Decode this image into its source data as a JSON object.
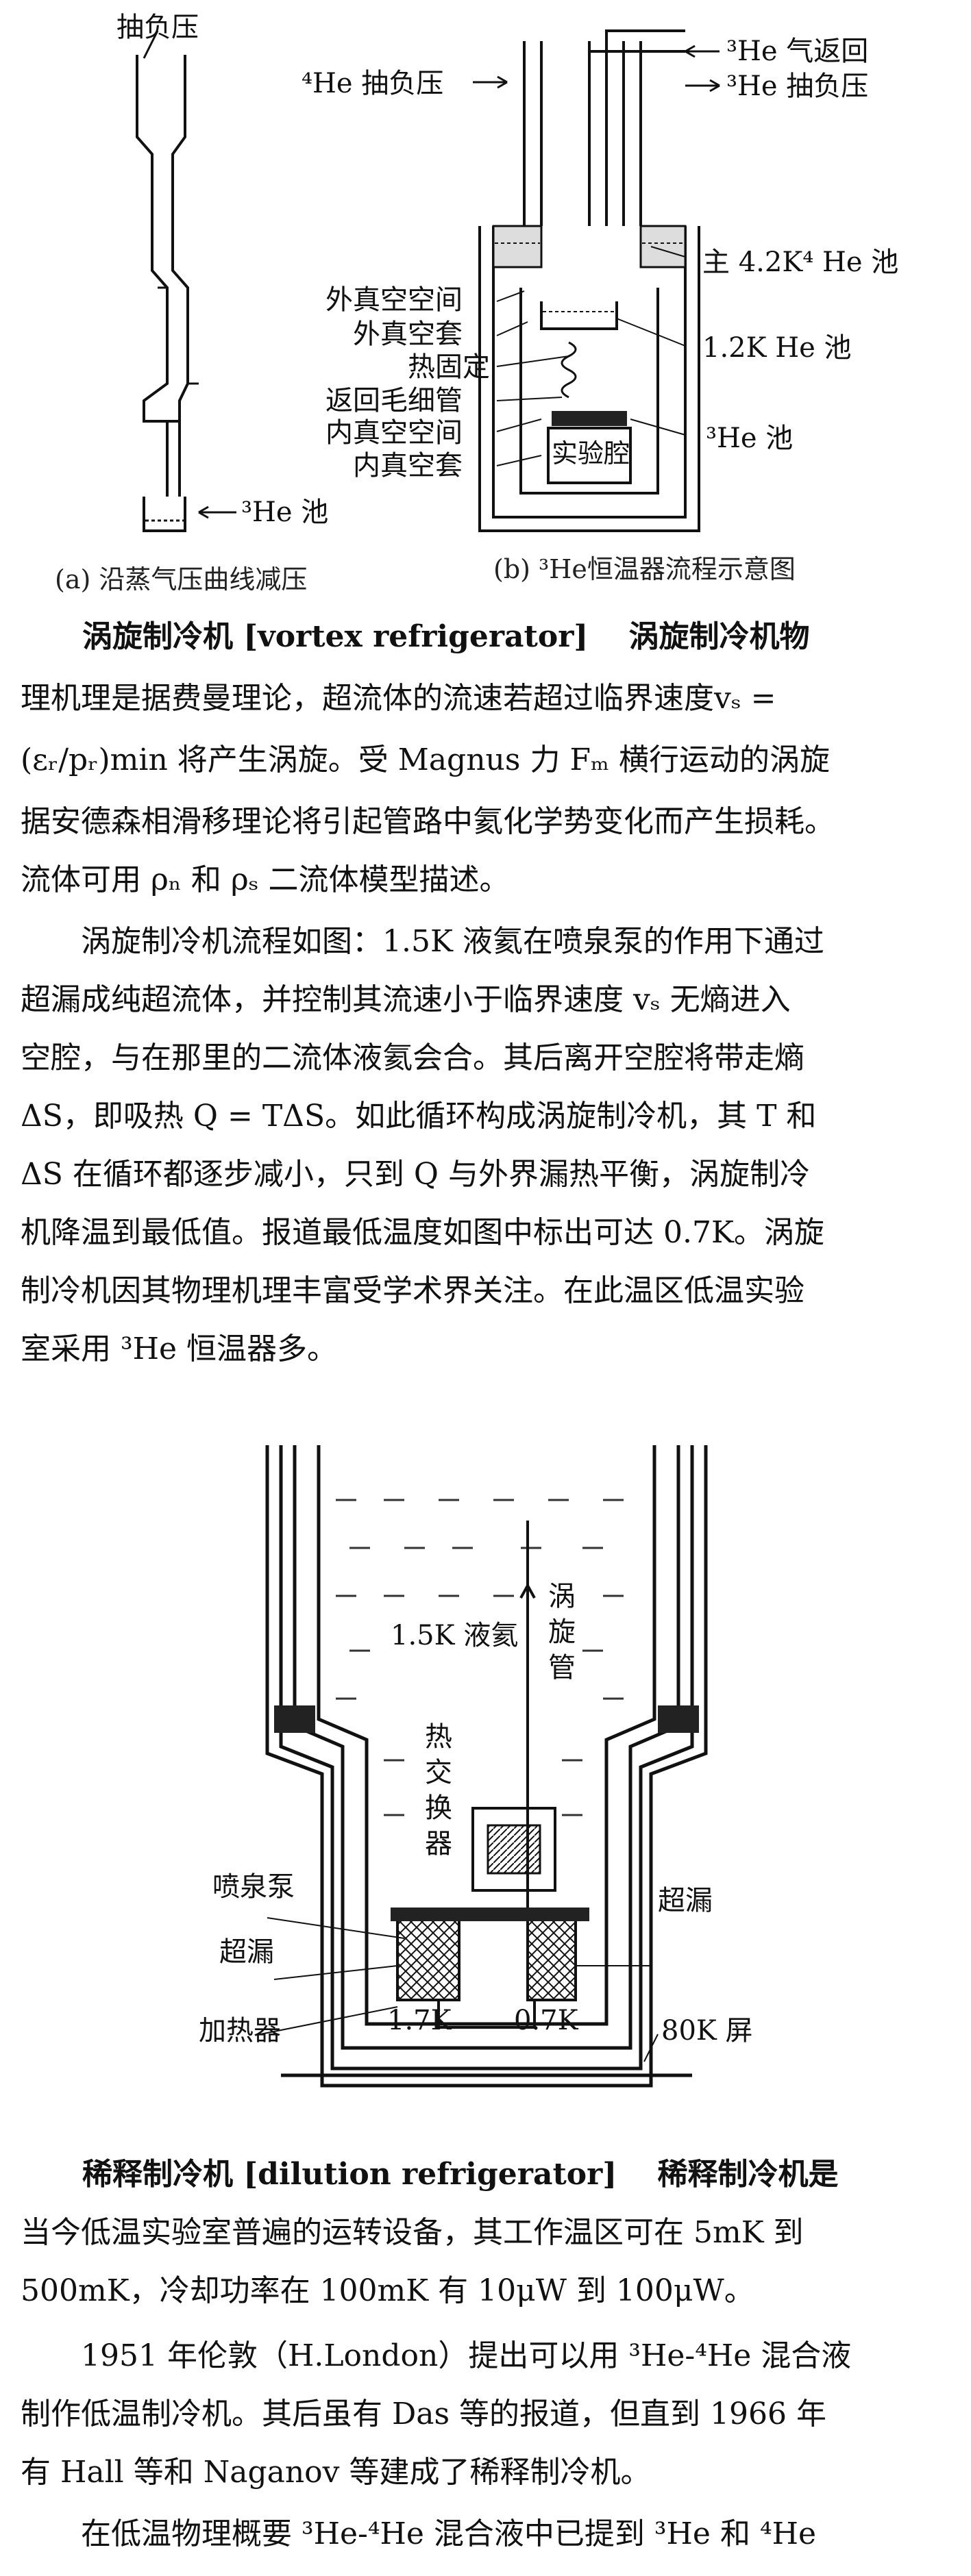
{
  "fig1": {
    "a": {
      "exhaust": "抽负压",
      "he3_pool": "³He 池",
      "caption": "(a) 沿蒸气压曲线减压"
    },
    "b": {
      "he3_return": "³He 气返回",
      "he4_exhaust": "⁴He 抽负压",
      "he3_exhaust": "³He 抽负压",
      "outer_vac_space": "外真空空间",
      "outer_vac_jacket": "外真空套",
      "thermal_anchor": "热固定",
      "return_capillary": "返回毛细管",
      "inner_vac_space": "内真空空间",
      "inner_vac_jacket": "内真空套",
      "main_pool": "主 4.2K⁴ He 池",
      "pool_12k": "1.2K He 池",
      "he3_pool": "³He 池",
      "chamber": "实验腔",
      "caption": "(b) ³He恒温器流程示意图"
    }
  },
  "vortex": {
    "lines": [
      "涡旋制冷机 [vortex refrigerator]　 涡旋制冷机物",
      "理机理是据费曼理论，超流体的流速若超过临界速度vₛ =",
      "(εᵣ/pᵣ)min  将产生涡旋。受 Magnus 力 Fₘ 横行运动的涡旋",
      "据安德森相滑移理论将引起管路中氦化学势变化而产生损耗。",
      "流体可用 ρₙ 和 ρₛ 二流体模型描述。",
      "　　涡旋制冷机流程如图：1.5K 液氦在喷泉泵的作用下通过",
      "超漏成纯超流体，并控制其流速小于临界速度 vₛ 无熵进入",
      "空腔，与在那里的二流体液氦会合。其后离开空腔将带走熵",
      "ΔS，即吸热 Q = TΔS。如此循环构成涡旋制冷机，其 T 和",
      "ΔS 在循环都逐步减小，只到 Q 与外界漏热平衡，涡旋制冷",
      "机降温到最低值。报道最低温度如图中标出可达 0.7K。涡旋",
      "制冷机因其物理机理丰富受学术界关注。在此温区低温实验",
      "室采用 ³He 恒温器多。"
    ]
  },
  "fig2": {
    "liquid": "1.5K 液氦",
    "vortex_tube": "涡旋管",
    "heat_exchanger": "热交换器",
    "fountain_pump": "喷泉泵",
    "superleak_left": "超漏",
    "superleak_right": "超漏",
    "heater": "加热器",
    "t_17": "1.7K",
    "t_07": "0.7K",
    "shield": "80K 屏"
  },
  "dilution": {
    "lines": [
      "稀释制冷机 [dilution refrigerator]　 稀释制冷机是",
      "当今低温实验室普遍的运转设备，其工作温区可在 5mK 到",
      "500mK，冷却功率在 100mK 有 10μW 到 100μW。",
      "　　1951 年伦敦（H.London）提出可以用 ³He-⁴He 混合液",
      "制作低温制冷机。其后虽有 Das 等的报道，但直到 1966 年",
      "有 Hall 等和 Naganov 等建成了稀释制冷机。",
      "　　在低温物理概要 ³He-⁴He 混合液中已提到 ³He 和 ⁴He"
    ]
  }
}
